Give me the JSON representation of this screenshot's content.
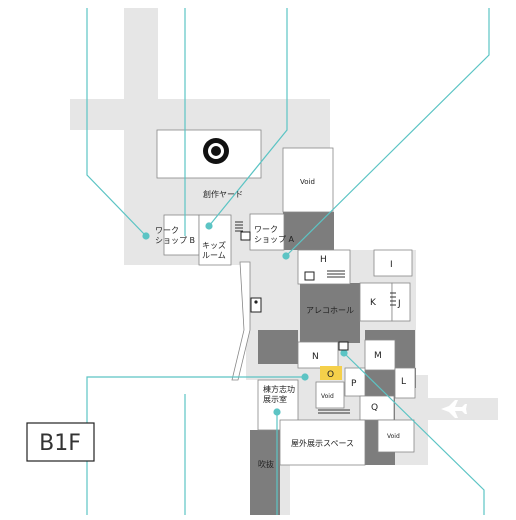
{
  "floor": {
    "label": "B1F"
  },
  "areas": {
    "yard": "創作ヤード",
    "workshop_b": "ワーク\nショップ B",
    "workshop_a": "ワーク\nショップ A",
    "kids_room": "キッズ\nルーム",
    "h": "H",
    "i": "I",
    "j": "J",
    "k": "K",
    "l": "L",
    "m": "M",
    "n": "N",
    "o": "O",
    "p": "P",
    "q": "Q",
    "arekko_hall": "アレコホール",
    "munakata_room": "棟方志功\n展示室",
    "outdoor_space": "屋外展示スペース",
    "atrium": "吹抜",
    "void_top": "Void",
    "void_mid": "Void",
    "void_bottom": "Void"
  },
  "icons": {
    "toilet": "toilet-icon",
    "stairs": "stairs-icon",
    "elevator": "elevator-icon",
    "aircraft": "aircraft-icon",
    "atrium_symbol": "artwork-symbol-icon"
  },
  "colors": {
    "floor_grey": "#e6e6e6",
    "dark_block": "#7d7d7d",
    "leader_line": "#5cc4c4",
    "highlight_o": "#f5d04a",
    "border": "#888888"
  }
}
